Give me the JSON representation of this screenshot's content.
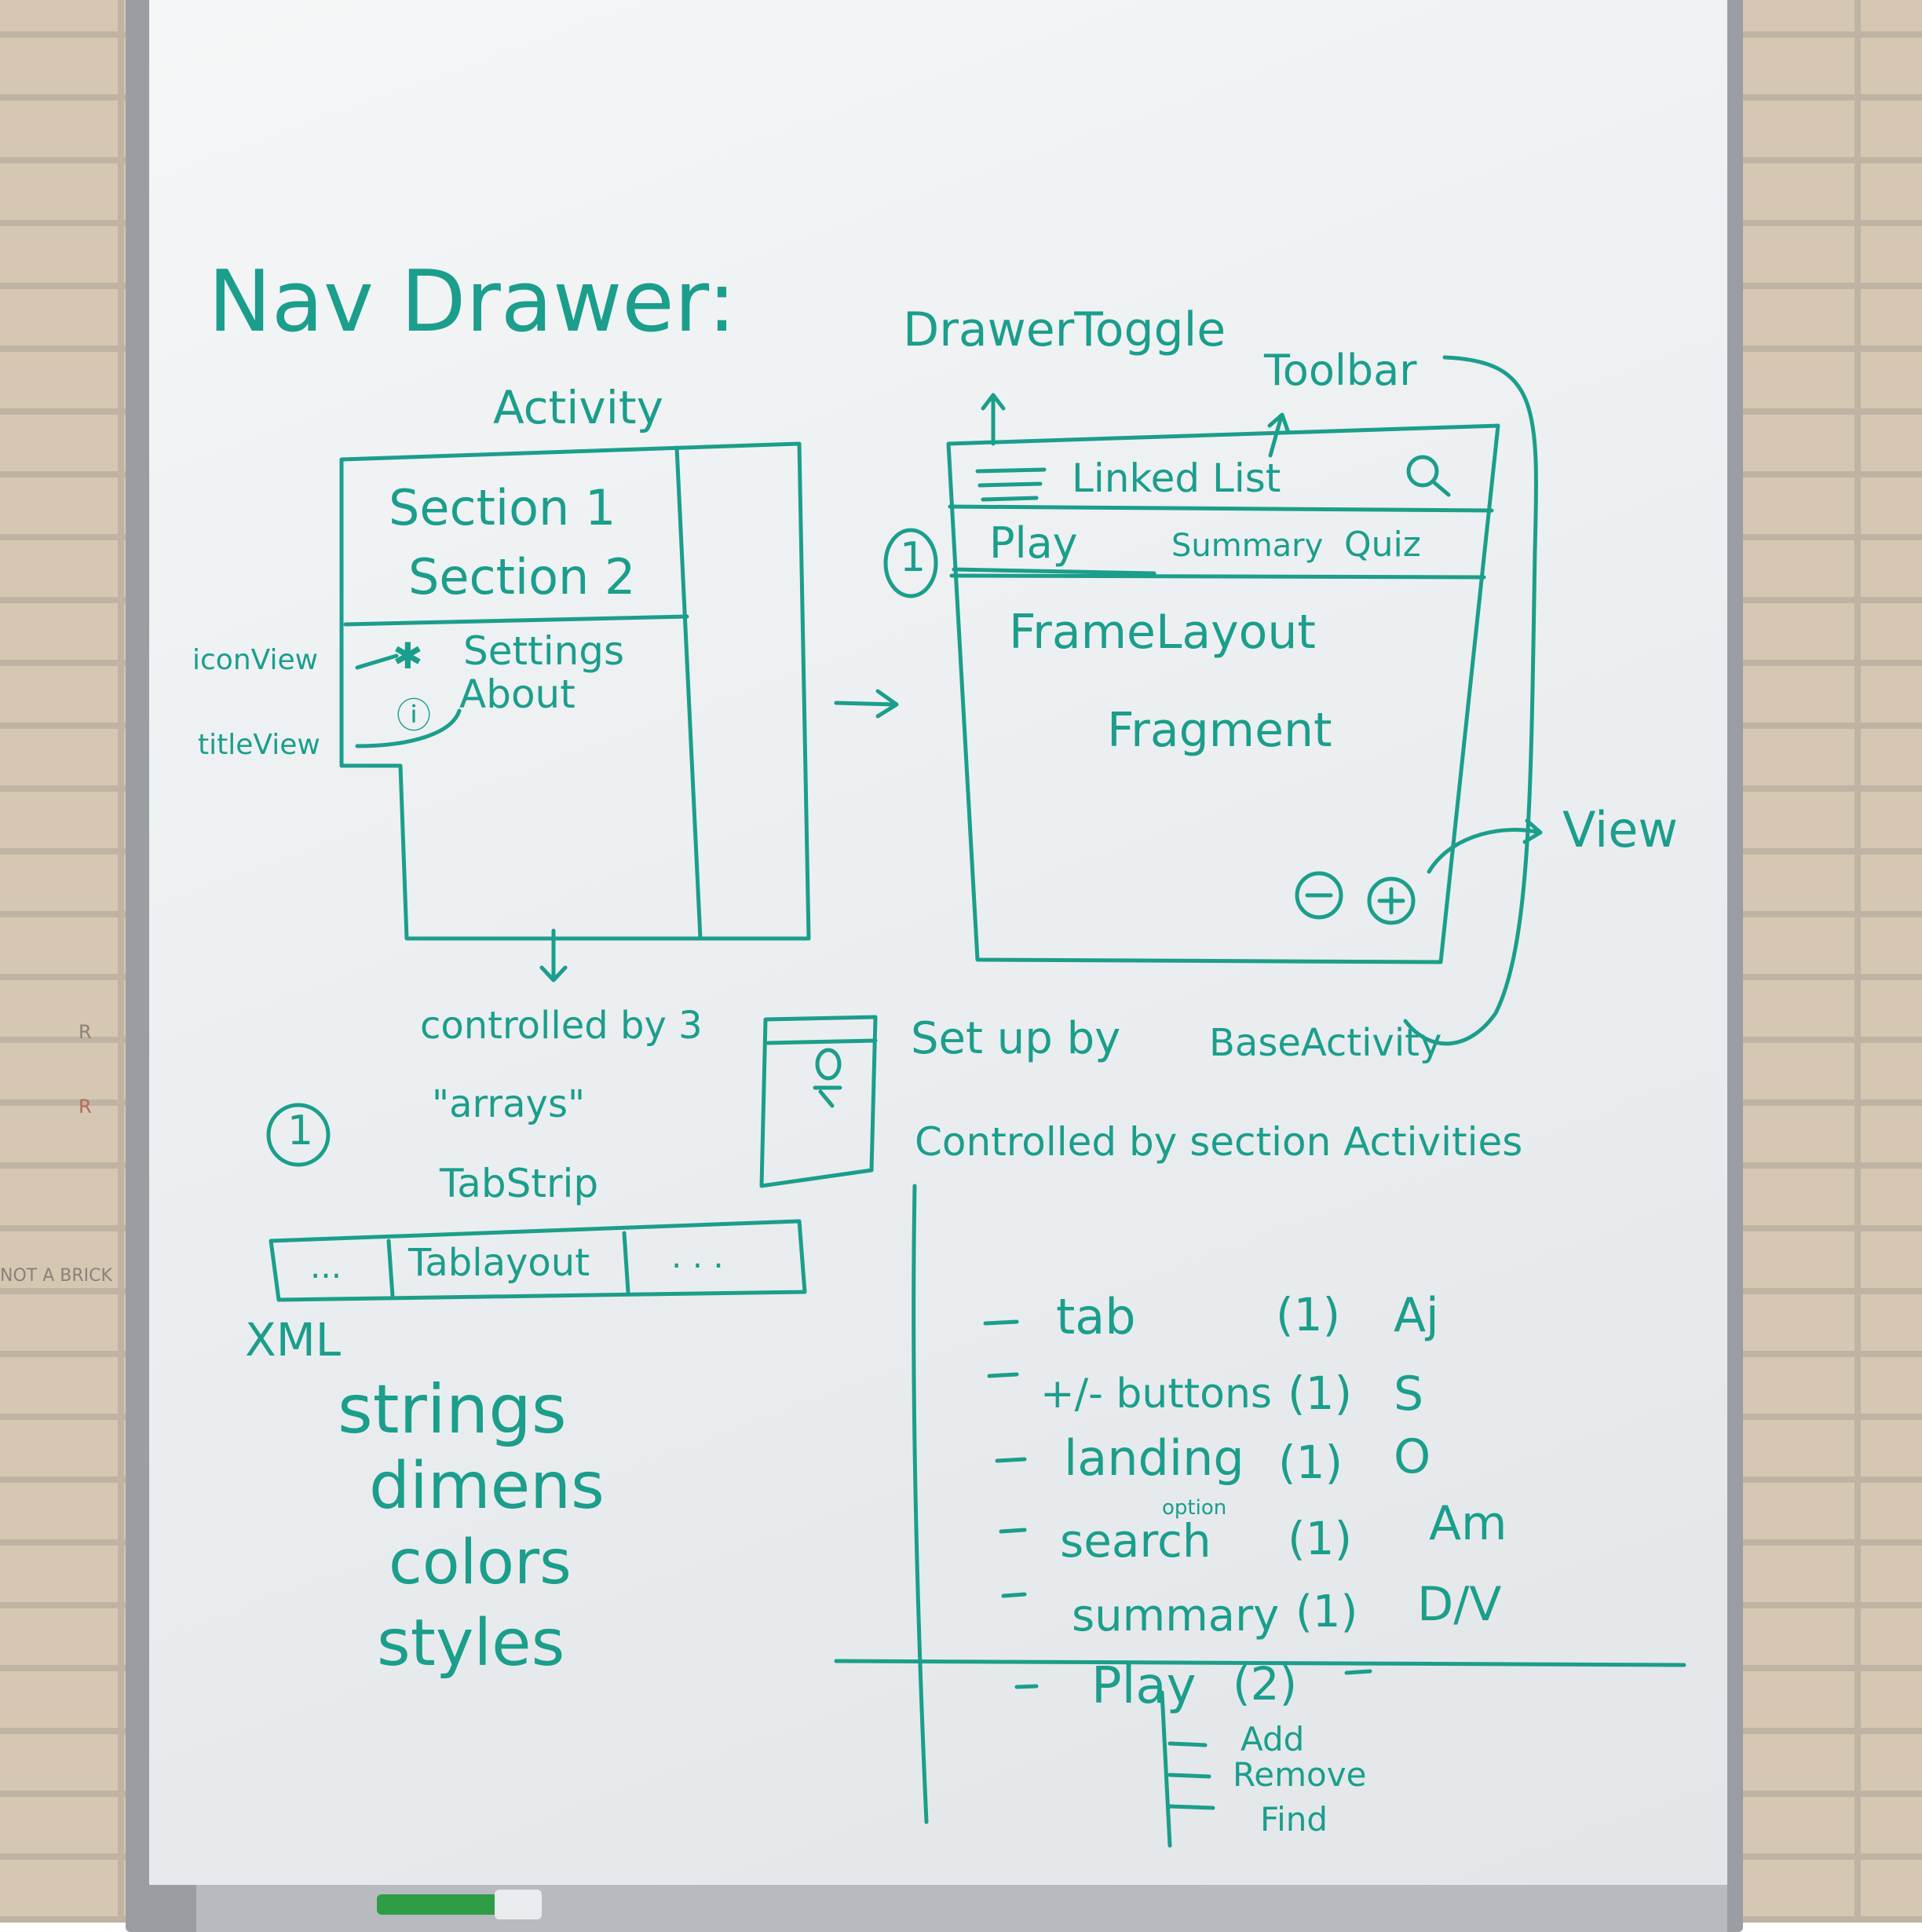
{
  "colors": {
    "ink": "#1b9e8c",
    "board": "#eef1f2",
    "frame": "#9a9ea3",
    "wall": "#c9b8a0"
  },
  "heading": "Nav Drawer:",
  "drawer": {
    "label": "Activity",
    "section1": "Section 1",
    "section2": "Section 2",
    "settings": "Settings",
    "about": "About",
    "icon_view": "iconView",
    "title_view": "titleView",
    "icons": [
      "asterisk-icon",
      "info-circle-icon"
    ]
  },
  "screen": {
    "drawer_toggle": "DrawerToggle",
    "toolbar": "Toolbar",
    "title": "Linked List",
    "tabs": [
      "Play",
      "Summary",
      "Quiz"
    ],
    "badge": "1",
    "frame_layout": "FrameLayout",
    "fragment": "Fragment",
    "view": "View",
    "icons": [
      "hamburger-icon",
      "search-icon",
      "minus-circle-icon",
      "plus-circle-icon"
    ]
  },
  "notes": {
    "controlled_by": "controlled by 3",
    "arrays": "\"arrays\"",
    "tab_strip": "TabStrip",
    "badge": "1",
    "tab_cells": [
      "...",
      "Tablayout",
      ". . ."
    ],
    "xml": "XML",
    "resources": [
      "strings",
      "dimens",
      "colors",
      "styles"
    ],
    "set_up_by": "Set up by",
    "base_activity": "BaseActivity",
    "controlled_by_section": "Controlled by section Activities"
  },
  "tasks": [
    {
      "item": "tab",
      "count": "(1)",
      "owner": "Aj"
    },
    {
      "item": "+/- buttons",
      "count": "(1)",
      "owner": "S"
    },
    {
      "item": "landing",
      "count": "(1)",
      "owner": "O"
    },
    {
      "item": "search",
      "note": "option",
      "count": "(1)",
      "owner": "Am"
    },
    {
      "item": "summary",
      "count": "(1)",
      "owner": "D/V"
    }
  ],
  "play": {
    "item": "Play",
    "count": "(2)",
    "sub": [
      "Add",
      "Remove",
      "Find"
    ]
  },
  "wall_text": [
    "R",
    "R",
    "NOT A BRICK"
  ]
}
